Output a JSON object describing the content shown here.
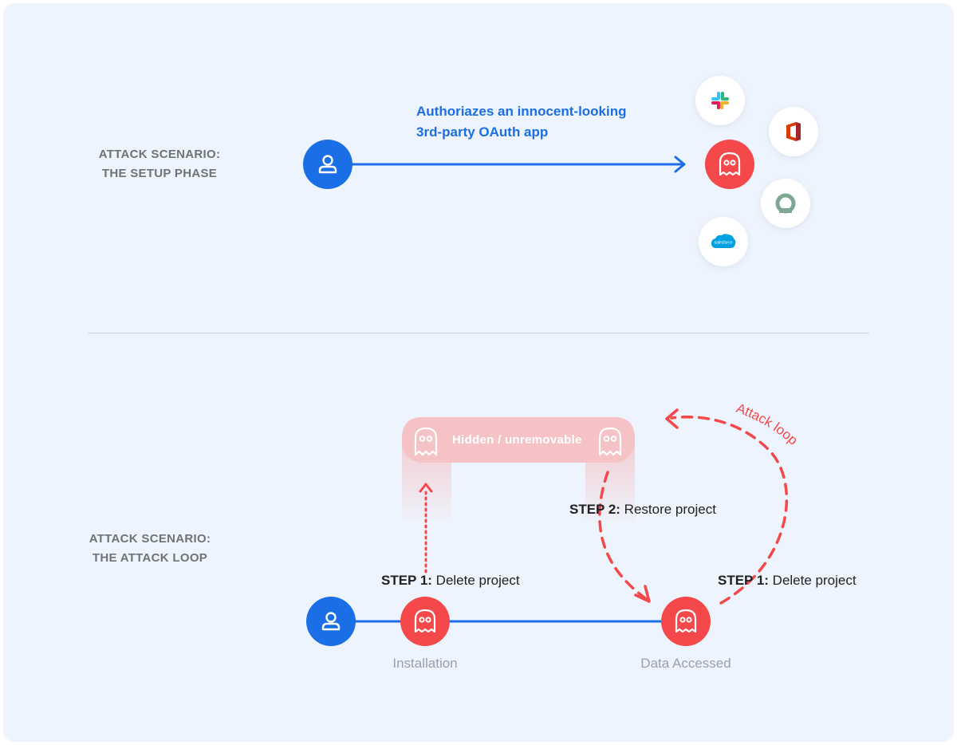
{
  "setup": {
    "scenario_line1": "ATTACK SCENARIO:",
    "scenario_line2": "THE SETUP PHASE",
    "auth_line1": "Authoriazes an innocent-looking",
    "auth_line2": "3rd-party OAuth app",
    "icons": [
      "user-icon",
      "ghost-icon",
      "slack-icon",
      "office-icon",
      "circle-app-icon",
      "salesforce-icon"
    ],
    "salesforce_logo_text": "salesforce"
  },
  "loop": {
    "scenario_line1": "ATTACK SCENARIO:",
    "scenario_line2": "THE ATTACK LOOP",
    "hidden_label": "Hidden / unremovable",
    "step1_left_prefix": "STEP 1:",
    "step1_left_text": "Delete project",
    "step2_prefix": "STEP 2:",
    "step2_text": "Restore project",
    "step1_right_prefix": "STEP 1:",
    "step1_right_text": "Delete project",
    "attack_loop_label": "Attack loop",
    "installation_label": "Installation",
    "data_accessed_label": "Data Accessed"
  },
  "colors": {
    "blue": "#1a6fe6",
    "red": "#f4484a",
    "pink_band": "#f5c3c6",
    "background": "#eef4fd"
  }
}
